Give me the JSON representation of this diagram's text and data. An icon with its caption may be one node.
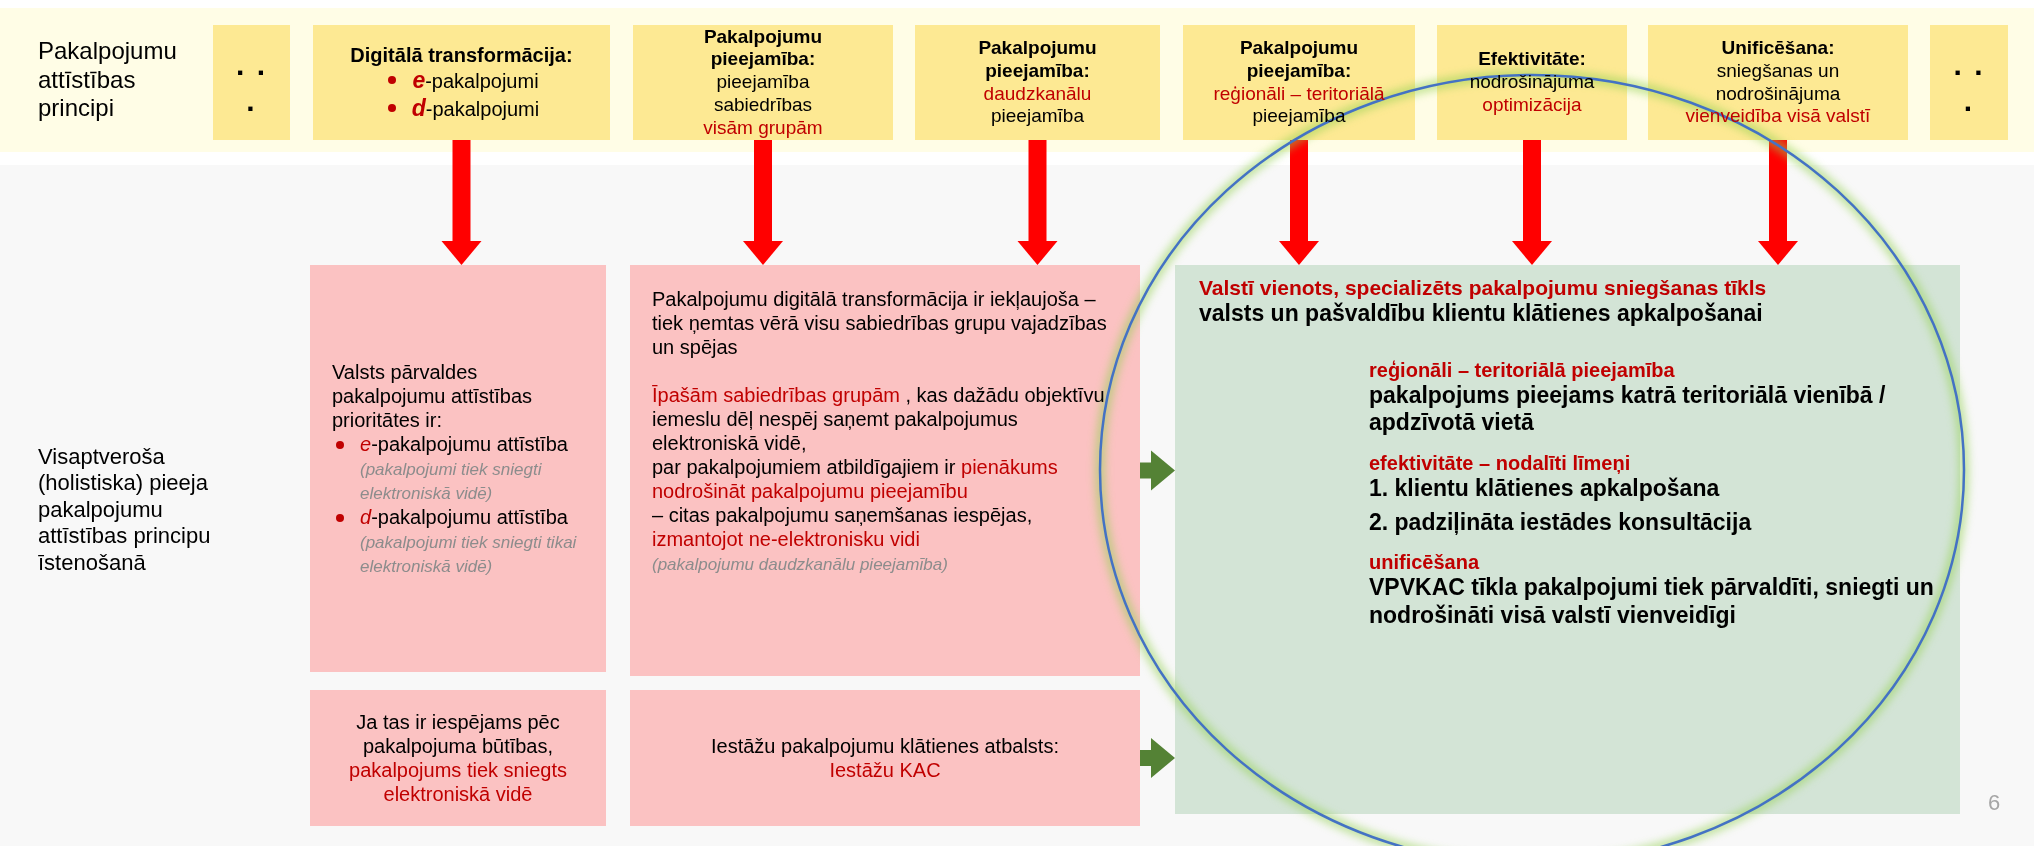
{
  "diagram": {
    "nodes": [
      {
        "text": [
          "Pakalpojumu attīstības principi"
        ]
      },
      {
        "text": [
          ". . ."
        ],
        "in": 0
      },
      {
        "text": [
          "Digitālā transformācija:",
          "**e**-pakalpojumi",
          "**d**-pakalpojumi"
        ],
        "in": 0
      },
      {
        "text": [
          "Pakalpojumu pieejamība:",
          "pieejamība sabiedrības",
          "visām grupām"
        ],
        "in": 0
      },
      {
        "text": [
          "Pakalpojumu pieejamība:",
          "daudzkanālu",
          "pieejamība"
        ],
        "in": 0
      },
      {
        "text": [
          "Pakalpojumu pieejamība:",
          "reģionāli – teritoriālā",
          "pieejamība"
        ],
        "in": 0
      },
      {
        "text": [
          "Efektivitāte:",
          "nodrošinājuma",
          "optimizācija"
        ],
        "in": 0
      },
      {
        "text": [
          "Unificēšana:",
          "sniegšanas un nodrošinājuma",
          "vienveidība visā valstī"
        ],
        "in": 0
      },
      {
        "text": [
          ". . ."
        ],
        "in": 0
      },
      {
        "text": [
          "Visaptveroša (holistiska) pieeja pakalpojumu attīstības principu īstenošanā"
        ]
      },
      {
        "text": [
          "Valsts pārvaldes pakalpojumu attīstības prioritātes ir:",
          "*e*-pakalpojumu attīstība *(pakalpojumi tiek sniegti elektroniskā vidē)*",
          "*d*-pakalpojumu attīstība *(pakalpojumi tiek sniegti tikai elektroniskā vidē)*"
        ],
        "in": 9
      },
      {
        "text": [
          "Pakalpojumu digitālā transformācija ir iekļaujoša – tiek ņemtas vērā visu sabiedrības grupu vajadzības un spējas",
          "Īpašām sabiedrības grupām",
          ", kas dažādu objektīvu iemeslu dēļ nespēj saņemt pakalpojumus elektroniskā vidē,",
          "par pakalpojumiem atbildīgajiem ir",
          "pienākums nodrošināt pakalpojumu pieejamību",
          "– citas pakalpojumu saņemšanas iespējas,",
          "izmantojot ne-elektronisku vidi",
          "(pakalpojumu daudzkanālu pieejamība)"
        ],
        "in": 9
      },
      {
        "text": [
          "Ja tas ir iespējams pēc pakalpojuma būtības,",
          "pakalpojums tiek sniegts elektroniskā vidē"
        ],
        "in": 9
      },
      {
        "text": [
          "Iestāžu pakalpojumu klātienes atbalsts:",
          "Iestāžu KAC"
        ],
        "in": 9
      },
      {
        "text": [
          "Valstī vienots, specializēts pakalpojumu sniegšanas tīkls",
          "valsts un pašvaldību klientu klātienes apkalpošanai",
          "reģionāli – teritoriālā pieejamība",
          "pakalpojums pieejams katrā teritoriālā vienībā / apdzīvotā vietā",
          "efektivitāte – nodalīti līmeņi",
          "1. klientu klātienes apkalpošana",
          "2. padziļināta iestādes konsultācija",
          "unificēšana",
          "VPVKAC tīkla pakalpojumi tiek pārvaldīti, sniegti un nodrošināti visā valstī vienveidīgi"
        ],
        "in": 9
      }
    ],
    "edges": [
      {
        "from": 2,
        "to": 10,
        "arrow": "to"
      },
      {
        "from": 3,
        "to": 11,
        "arrow": "to"
      },
      {
        "from": 4,
        "to": 11,
        "arrow": "to"
      },
      {
        "from": 5,
        "to": 14,
        "arrow": "to"
      },
      {
        "from": 6,
        "to": 14,
        "arrow": "to"
      },
      {
        "from": 7,
        "to": 14,
        "arrow": "to"
      },
      {
        "from": 11,
        "to": 14,
        "arrow": "to",
        "color": "#548235"
      },
      {
        "from": 13,
        "to": 14,
        "arrow": "to",
        "color": "#548235"
      }
    ],
    "labels": [
      "6"
    ]
  }
}
